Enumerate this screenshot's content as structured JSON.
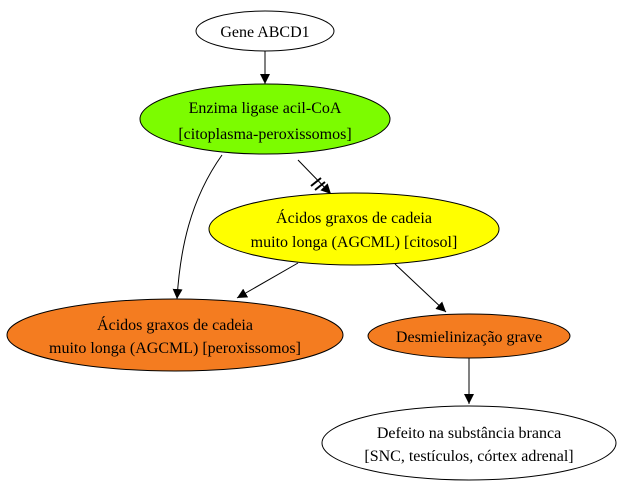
{
  "colors": {
    "white": "#ffffff",
    "green": "#7cfc00",
    "yellow": "#ffff00",
    "orange": "#f47c20"
  },
  "nodes": {
    "gene": {
      "lines": [
        "Gene ABCD1"
      ]
    },
    "enzyme": {
      "lines": [
        "Enzima ligase acil-CoA",
        "[citoplasma-peroxissomos]"
      ]
    },
    "cytosol": {
      "lines": [
        "Ácidos graxos de cadeia",
        "muito longa (AGCML) [citosol]"
      ]
    },
    "peroxisome": {
      "lines": [
        "Ácidos graxos de cadeia",
        "muito longa (AGCML) [peroxissomos]"
      ]
    },
    "demyelination": {
      "lines": [
        "Desmielinização grave"
      ]
    },
    "defect": {
      "lines": [
        "Defeito na substância branca",
        "[SNC, testículos, córtex adrenal]"
      ]
    }
  }
}
